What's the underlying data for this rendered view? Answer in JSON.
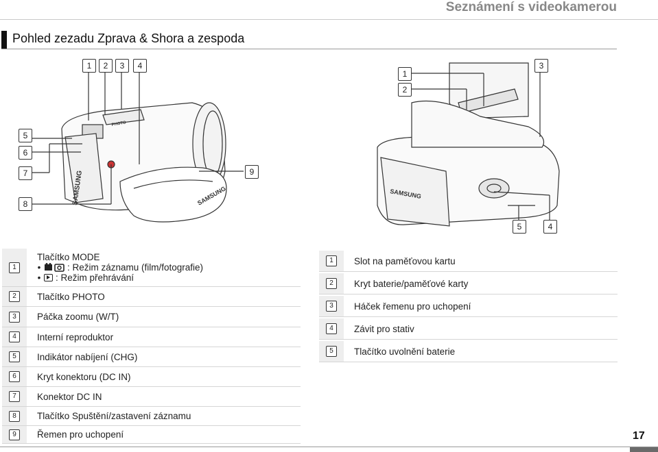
{
  "header": {
    "title": "Seznámení s videokamerou"
  },
  "section": {
    "title": "Pohled zezadu Zprava & Shora a zespoda"
  },
  "callouts_left": [
    "1",
    "2",
    "3",
    "4",
    "5",
    "6",
    "7",
    "8",
    "9"
  ],
  "callouts_right": [
    "1",
    "2",
    "3",
    "4",
    "5"
  ],
  "camera_labels": {
    "brand": "SAMSUNG",
    "photo_label": "PHOTO"
  },
  "left_list": [
    {
      "num": "1",
      "label": "Tlačítko MODE",
      "subitems": [
        {
          "icon": "camera-photo-icon",
          "text": ": Režim záznamu (film/fotografie)"
        },
        {
          "icon": "play-icon",
          "text": ": Režim přehrávání"
        }
      ]
    },
    {
      "num": "2",
      "label": "Tlačítko PHOTO"
    },
    {
      "num": "3",
      "label": "Páčka zoomu (W/T)"
    },
    {
      "num": "4",
      "label": "Interní reproduktor"
    },
    {
      "num": "5",
      "label": "Indikátor nabíjení (CHG)"
    },
    {
      "num": "6",
      "label": "Kryt konektoru (DC IN)"
    },
    {
      "num": "7",
      "label": "Konektor DC IN"
    },
    {
      "num": "8",
      "label": "Tlačítko Spuštění/zastavení záznamu"
    },
    {
      "num": "9",
      "label": "Řemen pro uchopení"
    }
  ],
  "right_list": [
    {
      "num": "1",
      "label": "Slot na paměťovou kartu"
    },
    {
      "num": "2",
      "label": "Kryt baterie/paměťové karty"
    },
    {
      "num": "3",
      "label": "Háček řemenu pro uchopení"
    },
    {
      "num": "4",
      "label": "Závit pro stativ"
    },
    {
      "num": "5",
      "label": "Tlačítko uvolnění baterie"
    }
  ],
  "page_number": "17"
}
